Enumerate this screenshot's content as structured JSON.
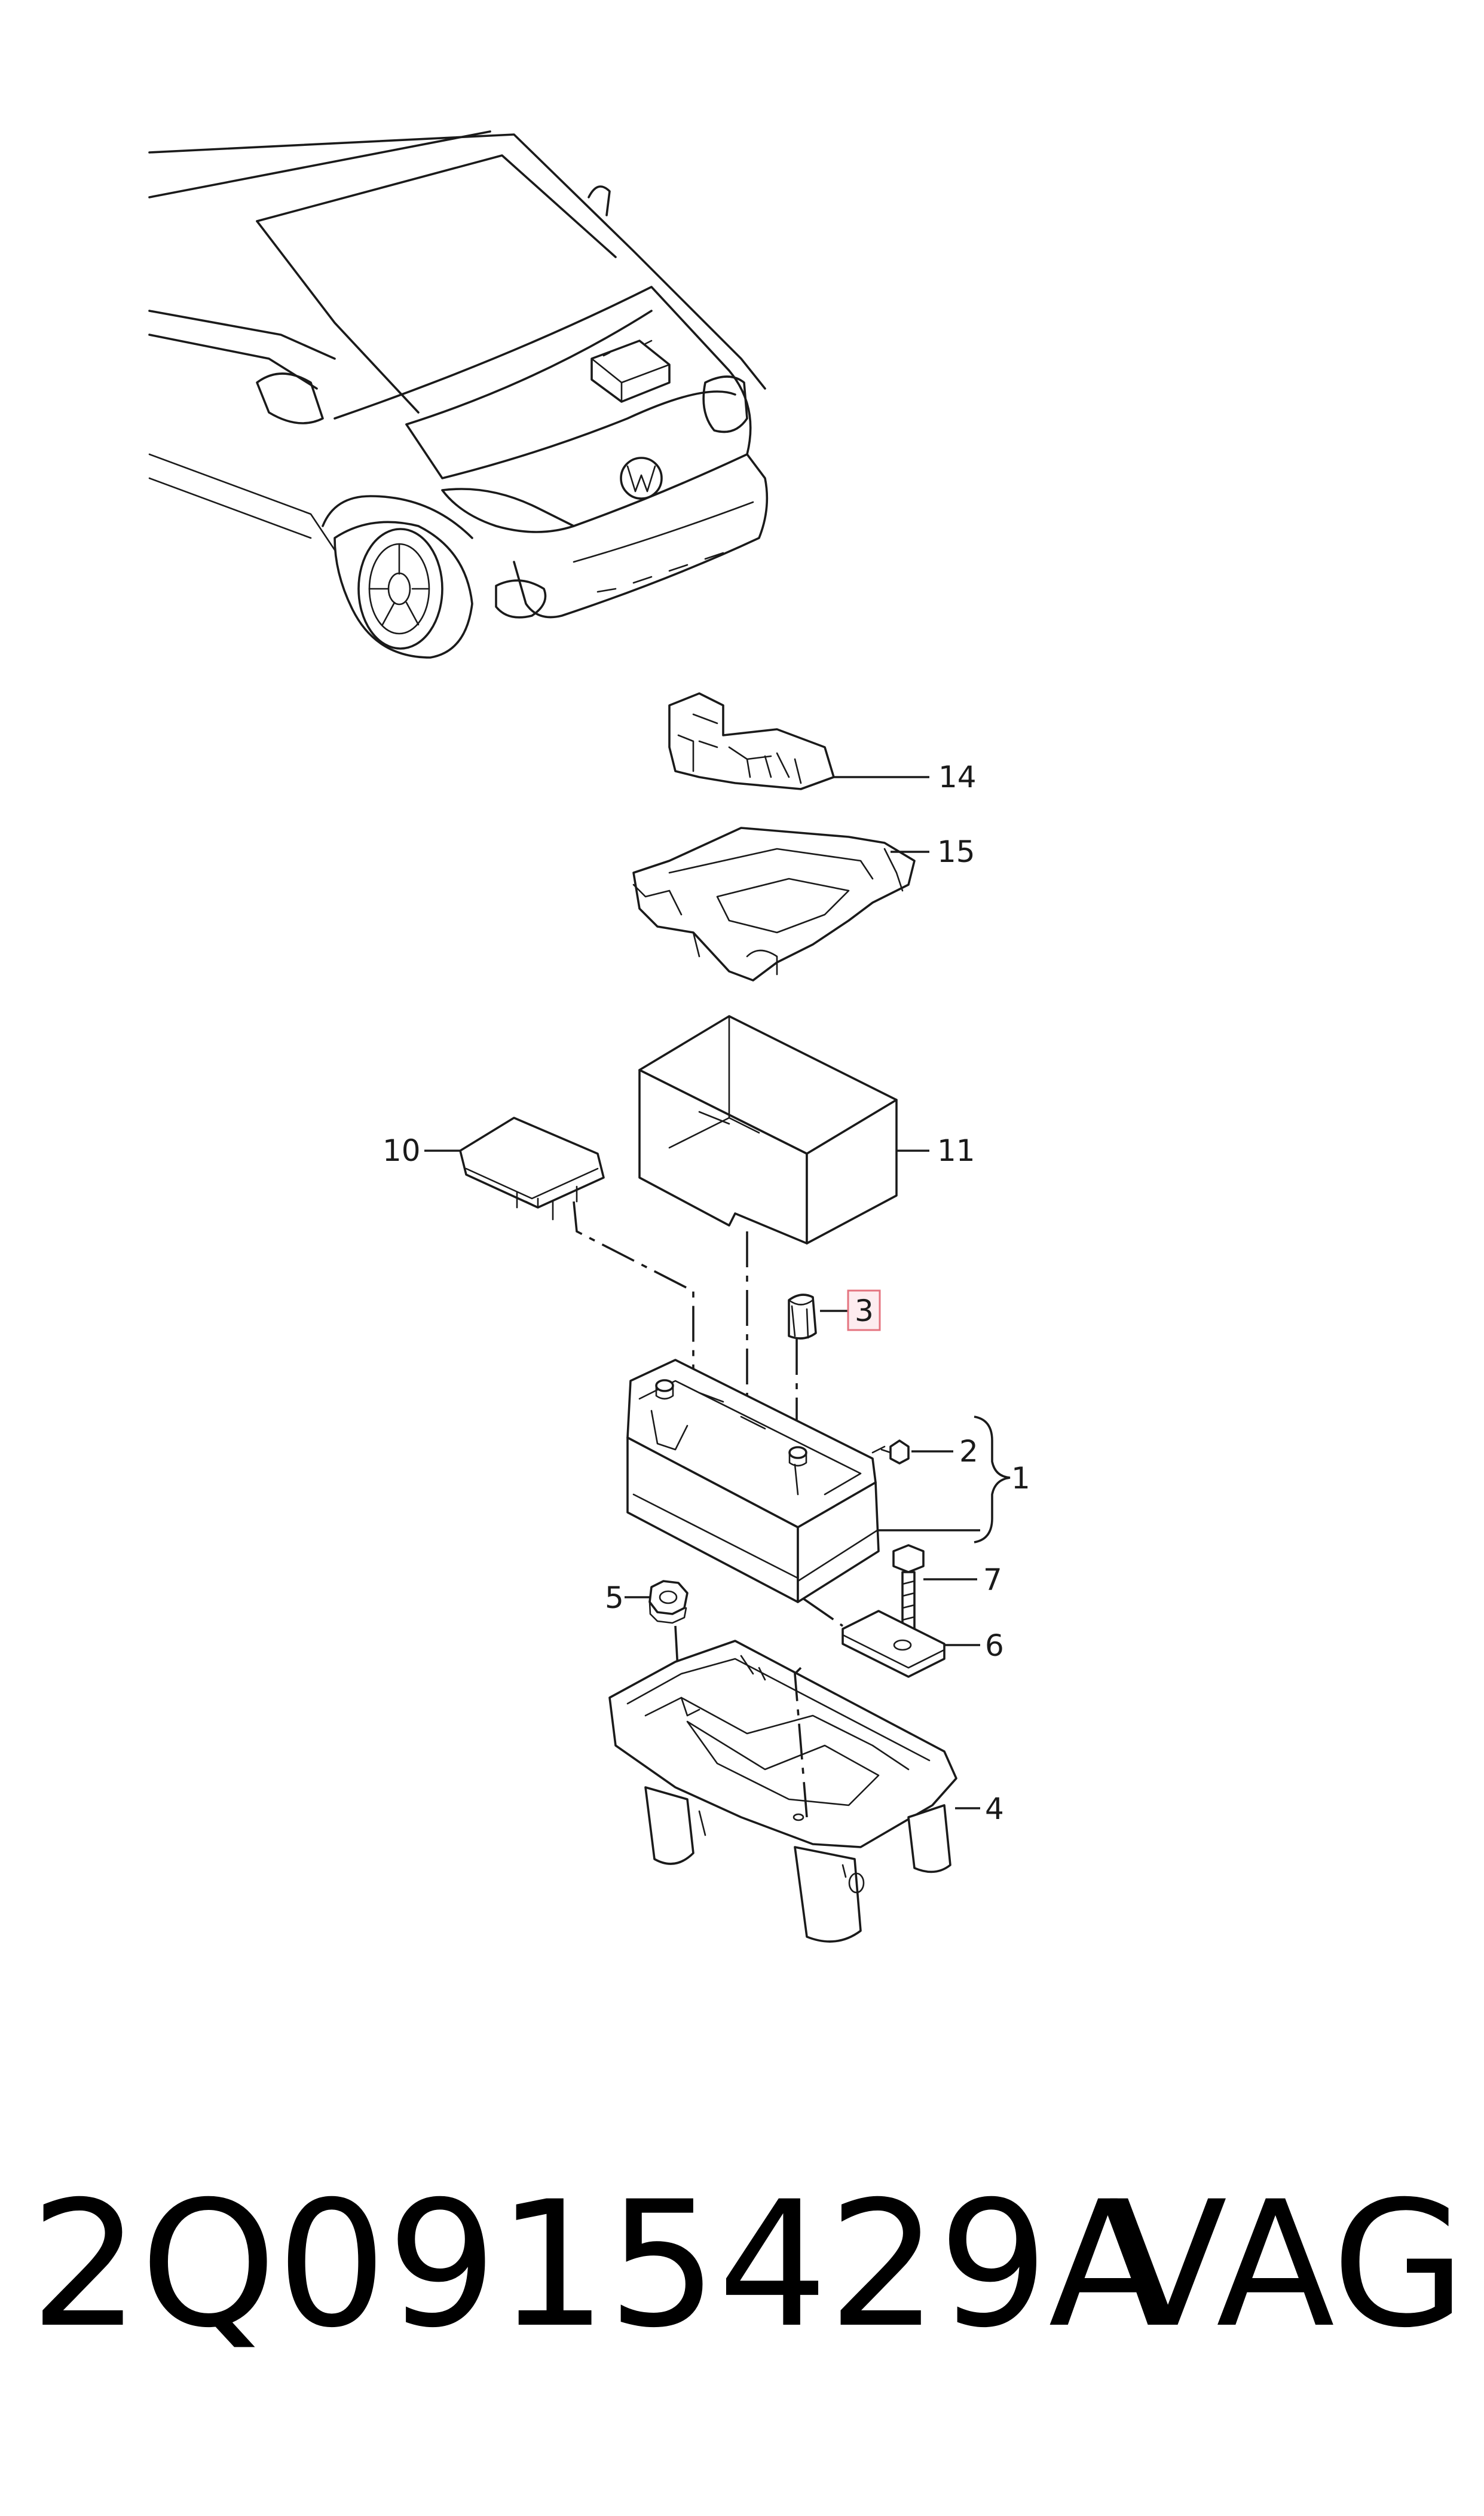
{
  "callouts": {
    "c1": "1",
    "c2": "2",
    "c3": "3",
    "c4": "4",
    "c5": "5",
    "c6": "6",
    "c7": "7",
    "c10": "10",
    "c11": "11",
    "c14": "14",
    "c15": "15"
  },
  "highlighted_callout": "3",
  "colors": {
    "line": "#1a1a1a",
    "highlight_fill": "#fdecef",
    "highlight_stroke": "#e4737f"
  },
  "caption": {
    "part_number": "2Q0915429A",
    "brand": "VAG"
  }
}
